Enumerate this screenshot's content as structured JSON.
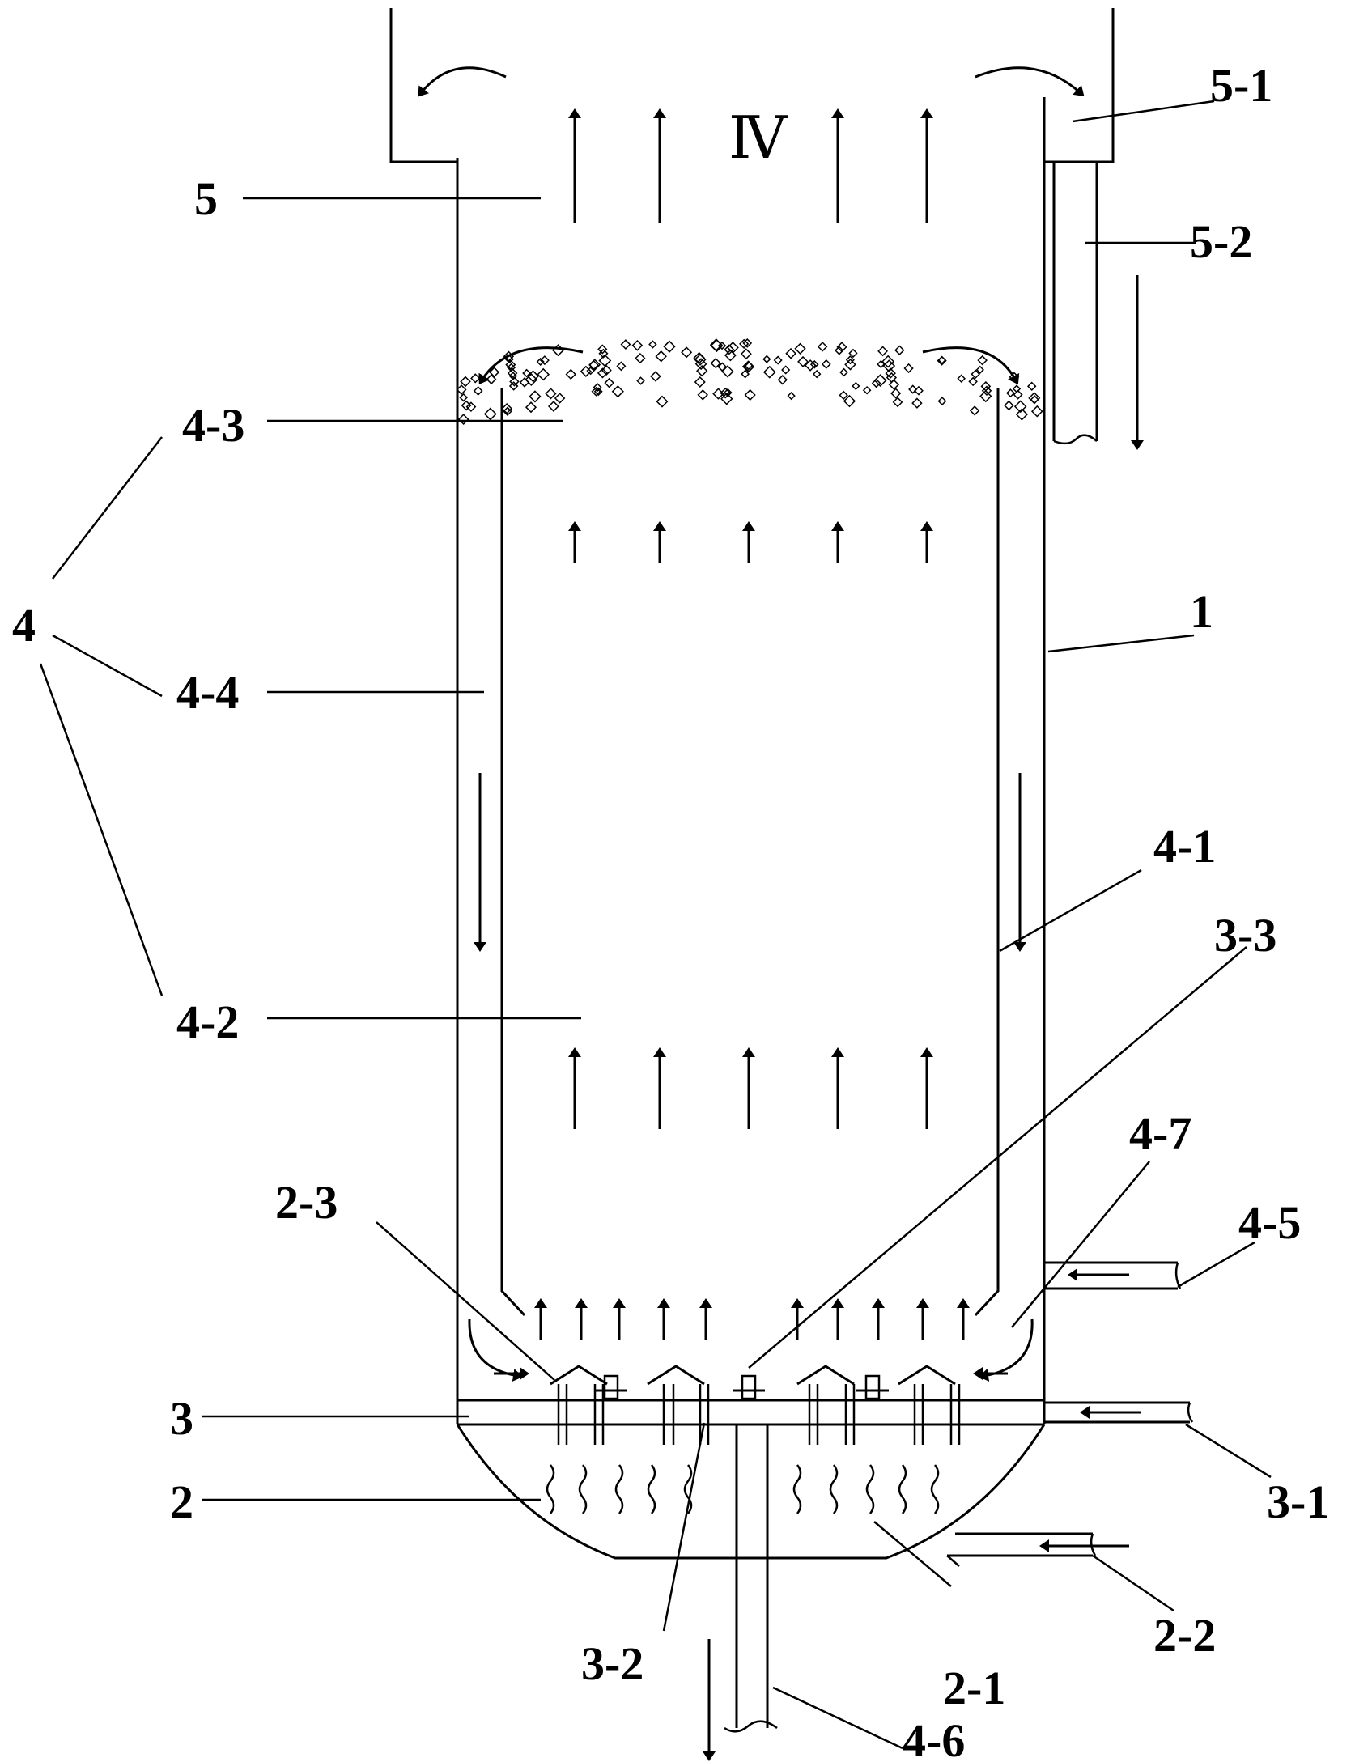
{
  "zone_label": "Ⅳ",
  "labels": {
    "l_1": "1",
    "l_2": "2",
    "l_2_1": "2-1",
    "l_2_2": "2-2",
    "l_2_3": "2-3",
    "l_3": "3",
    "l_3_1": "3-1",
    "l_3_2": "3-2",
    "l_3_3": "3-3",
    "l_4": "4",
    "l_4_1": "4-1",
    "l_4_2": "4-2",
    "l_4_3": "4-3",
    "l_4_4": "4-4",
    "l_4_5": "4-5",
    "l_4_6": "4-6",
    "l_4_7": "4-7",
    "l_5": "5",
    "l_5_1": "5-1",
    "l_5_2": "5-2"
  }
}
